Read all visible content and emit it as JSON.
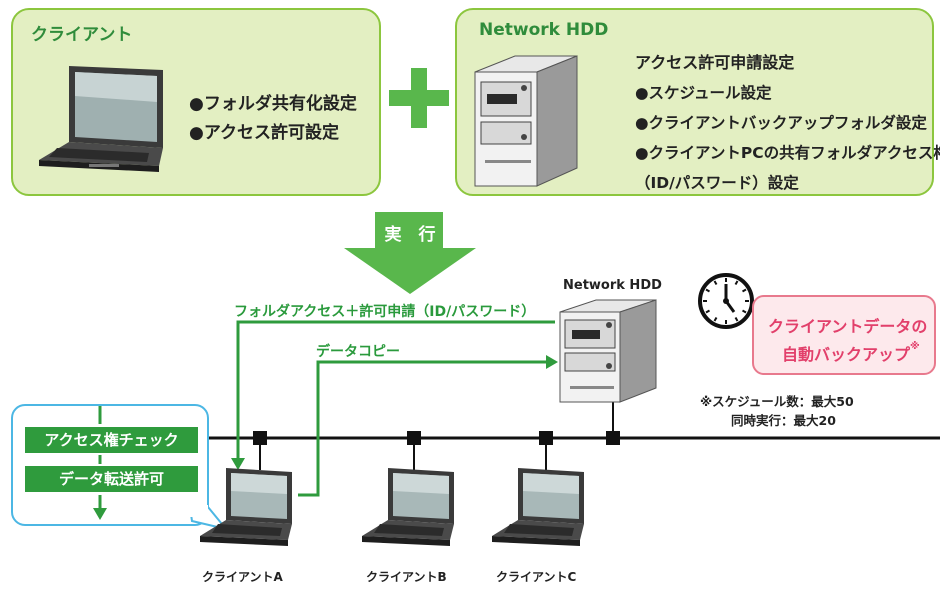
{
  "client_panel": {
    "title": "クライアント",
    "bullets": [
      "●フォルダ共有化設定",
      "●アクセス許可設定"
    ]
  },
  "hdd_panel": {
    "title": "Network HDD",
    "lines": [
      "アクセス許可申請設定",
      "●スケジュール設定",
      "●クライアントバックアップフォルダ設定",
      "●クライアントPCの共有フォルダアクセス権限",
      "（ID/パスワード）設定"
    ]
  },
  "execute_label": "実　行",
  "network": {
    "hdd_label": "Network HDD",
    "access_request_label": "フォルダアクセス＋許可申請（ID/パスワード）",
    "data_copy_label": "データコピー",
    "clients": [
      "クライアントA",
      "クライアントB",
      "クライアントC"
    ]
  },
  "callout": {
    "check": "アクセス権チェック",
    "permit": "データ転送許可"
  },
  "auto_backup": {
    "line1": "クライアントデータの",
    "line2": "自動バックアップ",
    "mark": "※"
  },
  "notes": {
    "schedule": "※スケジュール数：最大50",
    "concurrent": "同時実行：最大20"
  },
  "colors": {
    "panel_bg": "#e3efc2",
    "panel_border": "#8cc63e",
    "green": "#2f9b3d",
    "arrow_green": "#59b74c",
    "callout_border": "#4cb7e4",
    "auto_text": "#e2406b",
    "auto_border": "#e8798d"
  }
}
